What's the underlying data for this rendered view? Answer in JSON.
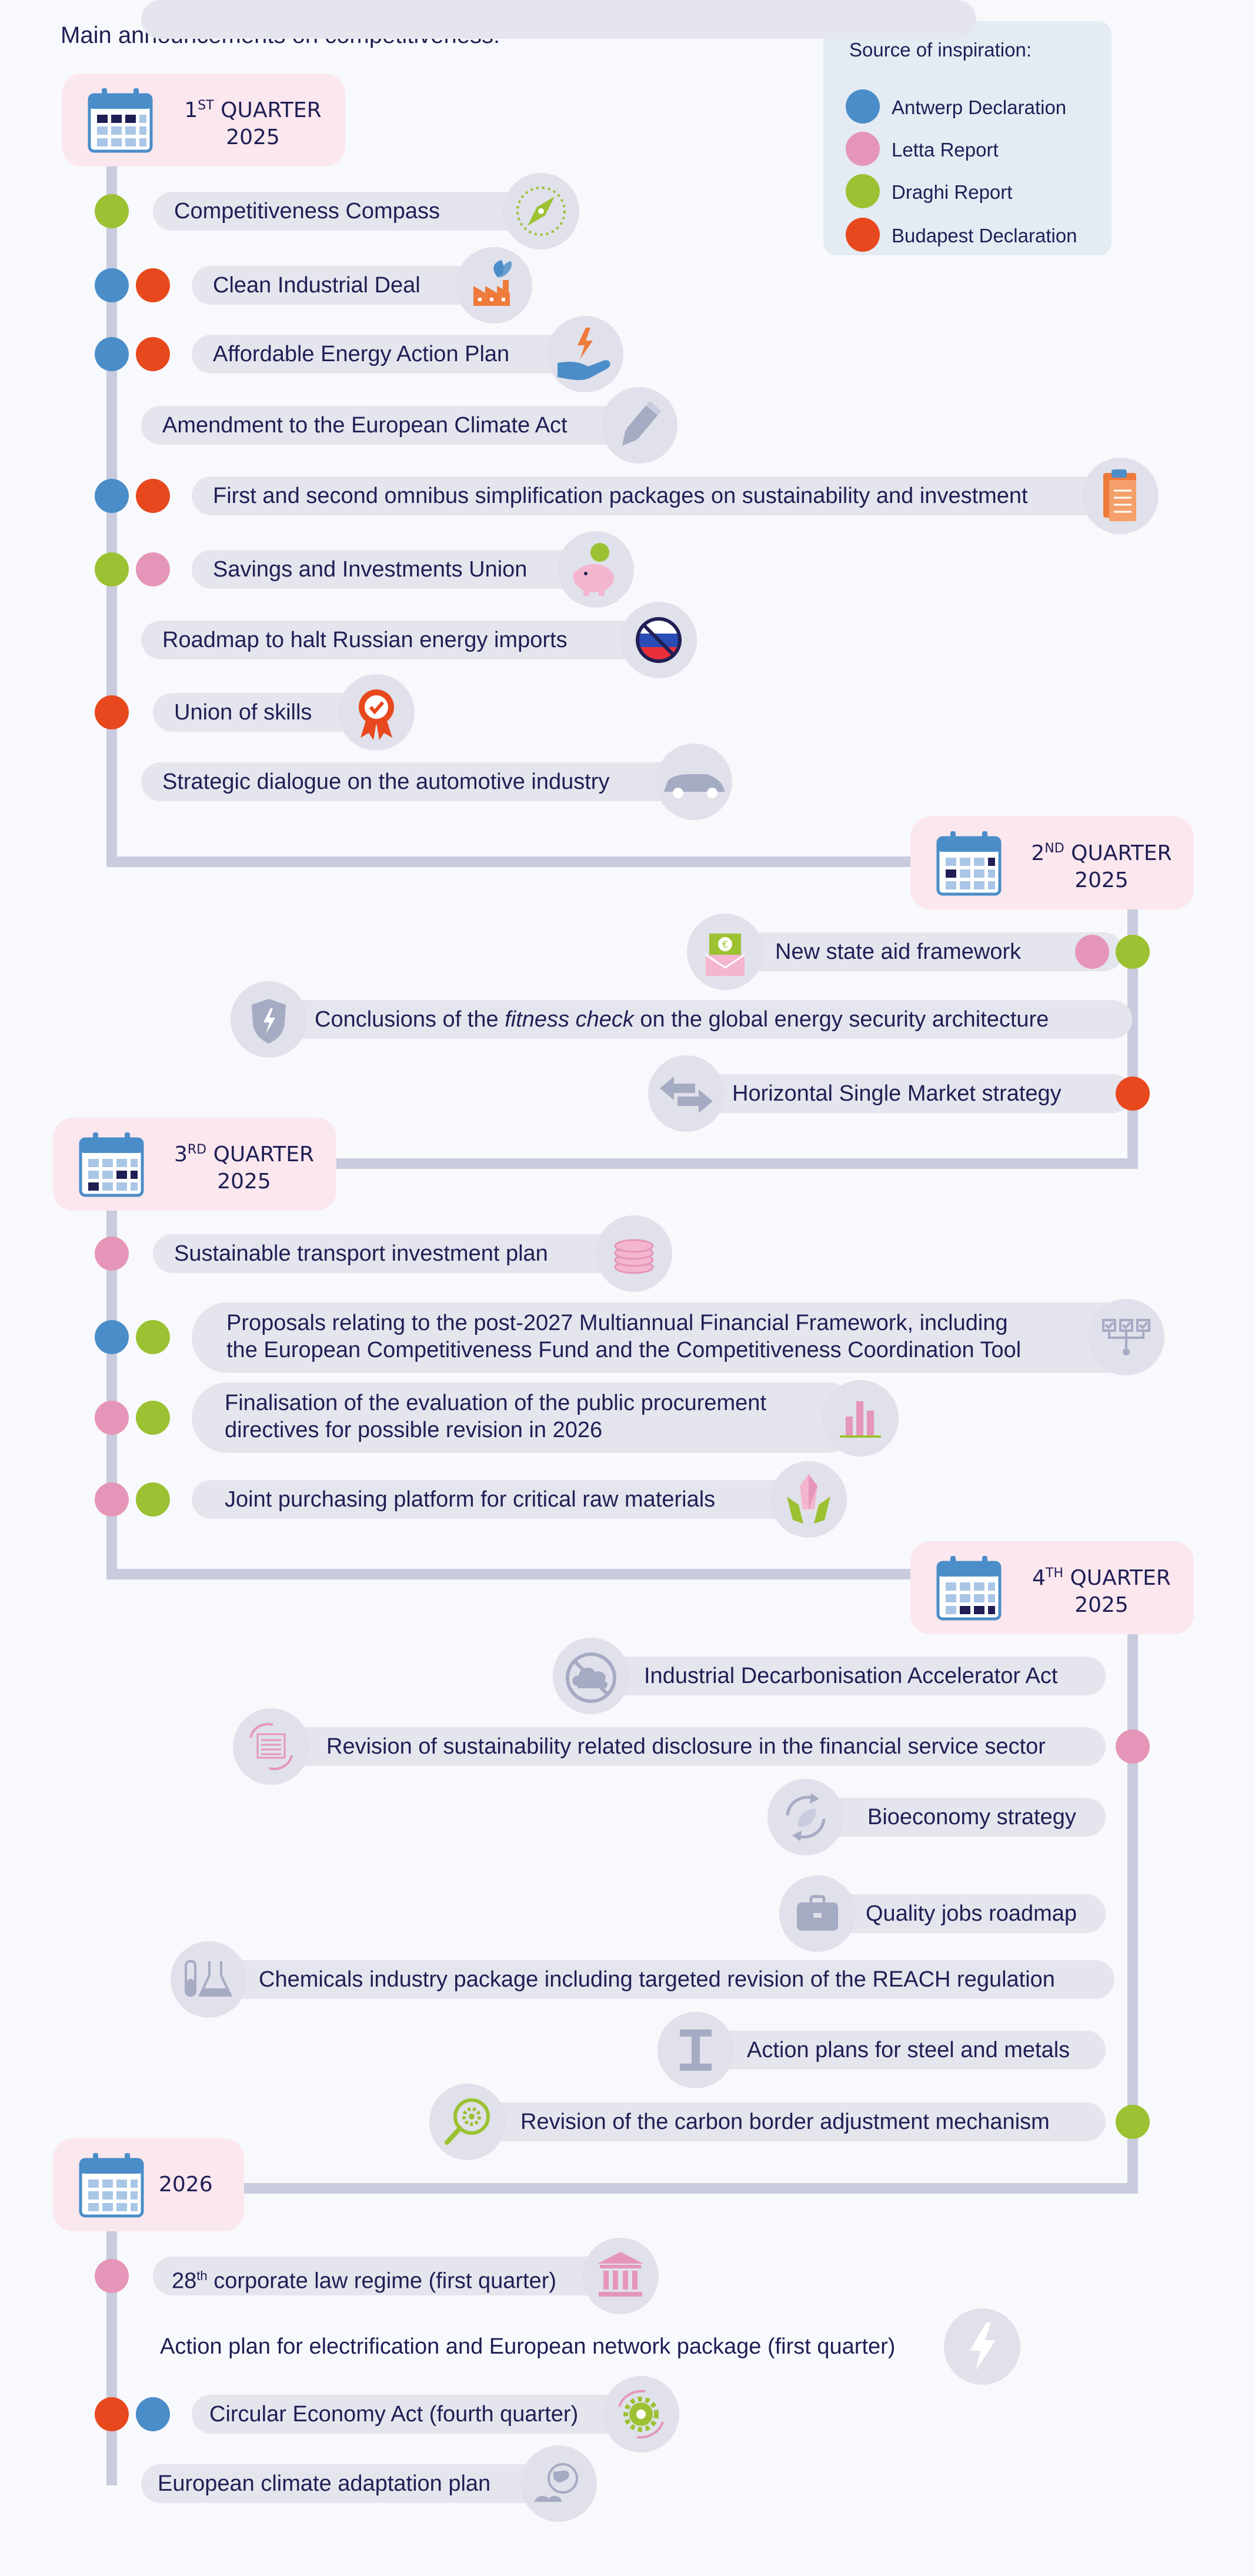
{
  "title": "Main announcements on competitiveness:",
  "legend": {
    "title": "Source of inspiration:",
    "items": [
      {
        "label": "Antwerp Declaration",
        "color": "#4a8dc8"
      },
      {
        "label": "Letta Report",
        "color": "#e596b8"
      },
      {
        "label": "Draghi Report",
        "color": "#9cc132"
      },
      {
        "label": "Budapest Declaration",
        "color": "#e8481e"
      }
    ]
  },
  "colors": {
    "timeline": "#c9cbde",
    "pill": "#e5e5ee",
    "quarter_box": "#fbe7ee",
    "text": "#1f1f55"
  },
  "periods": [
    {
      "ordinal": "1",
      "suffix": "ST",
      "word": "QUARTER",
      "year": "2025",
      "items": [
        {
          "label": "Competitiveness Compass",
          "sources": [
            "draghi"
          ],
          "icon": "compass-icon"
        },
        {
          "label": "Clean Industrial Deal",
          "sources": [
            "antwerp",
            "budapest"
          ],
          "icon": "factory-icon"
        },
        {
          "label": "Affordable Energy Action Plan",
          "sources": [
            "antwerp",
            "budapest"
          ],
          "icon": "energy-hand-icon"
        },
        {
          "label": "Amendment to the European Climate Act",
          "sources": [],
          "icon": "pencil-icon"
        },
        {
          "label": "First and second omnibus simplification packages on sustainability and investment",
          "sources": [
            "antwerp",
            "budapest"
          ],
          "icon": "clipboard-icon"
        },
        {
          "label": "Savings and Investments Union",
          "sources": [
            "draghi",
            "letta"
          ],
          "icon": "piggy-bank-icon"
        },
        {
          "label": "Roadmap to halt Russian energy imports",
          "sources": [],
          "icon": "no-russia-flag-icon"
        },
        {
          "label": "Union of skills",
          "sources": [
            "budapest"
          ],
          "icon": "rosette-icon"
        },
        {
          "label": "Strategic dialogue on the automotive industry",
          "sources": [],
          "icon": "car-icon"
        }
      ]
    },
    {
      "ordinal": "2",
      "suffix": "ND",
      "word": "QUARTER",
      "year": "2025",
      "items": [
        {
          "label": "New state aid framework",
          "sources": [
            "letta",
            "draghi"
          ],
          "icon": "euro-envelope-icon"
        },
        {
          "label_before": "Conclusions of the ",
          "label_italic": "fitness check",
          "label_after": " on the global energy security architecture",
          "sources": [],
          "icon": "shield-icon"
        },
        {
          "label": "Horizontal Single Market strategy",
          "sources": [
            "budapest"
          ],
          "icon": "arrows-icon"
        }
      ]
    },
    {
      "ordinal": "3",
      "suffix": "RD",
      "word": "QUARTER",
      "year": "2025",
      "items": [
        {
          "label": "Sustainable transport investment plan",
          "sources": [
            "letta"
          ],
          "icon": "coins-icon"
        },
        {
          "lines": [
            "Proposals relating to the post-2027 Multiannual Financial Framework, including",
            "the European Competitiveness Fund and the Competitiveness Coordination Tool"
          ],
          "sources": [
            "antwerp",
            "draghi"
          ],
          "icon": "checklist-tree-icon"
        },
        {
          "lines": [
            "Finalisation of the evaluation of the public procurement",
            "directives for possible revision in 2026"
          ],
          "sources": [
            "letta",
            "draghi"
          ],
          "icon": "bar-chart-icon"
        },
        {
          "label": "Joint purchasing platform for critical raw materials",
          "sources": [
            "letta",
            "draghi"
          ],
          "icon": "crystal-icon"
        }
      ]
    },
    {
      "ordinal": "4",
      "suffix": "TH",
      "word": "QUARTER",
      "year": "2025",
      "items": [
        {
          "label": "Industrial Decarbonisation Accelerator Act",
          "sources": [],
          "icon": "no-cloud-icon"
        },
        {
          "label": "Revision of sustainability related disclosure in the financial service sector",
          "sources": [
            "letta"
          ],
          "icon": "recycle-document-icon"
        },
        {
          "label": "Bioeconomy strategy",
          "sources": [],
          "icon": "leaf-cycle-icon"
        },
        {
          "label": "Quality jobs roadmap",
          "sources": [],
          "icon": "briefcase-icon"
        },
        {
          "label": "Chemicals industry package including targeted revision of the REACH regulation",
          "sources": [],
          "icon": "flask-icon"
        },
        {
          "label": "Action plans for steel and metals",
          "sources": [],
          "icon": "steel-beam-icon"
        },
        {
          "label": "Revision of the carbon border adjustment mechanism",
          "sources": [
            "draghi"
          ],
          "icon": "magnifier-gear-icon"
        }
      ]
    },
    {
      "word": "2026",
      "items": [
        {
          "ordinal": "28",
          "suffix": "th",
          "label": " corporate law regime (first quarter)",
          "sources": [
            "letta"
          ],
          "icon": "courthouse-icon"
        },
        {
          "label": "Action plan for electrification and European network package (first quarter)",
          "sources": [],
          "icon": "lightning-icon"
        },
        {
          "label": "Circular Economy Act (fourth quarter)",
          "sources": [
            "budapest",
            "antwerp"
          ],
          "icon": "gear-cycle-icon"
        },
        {
          "label": "European climate adaptation plan",
          "sources": [],
          "icon": "globe-icon"
        }
      ]
    }
  ]
}
